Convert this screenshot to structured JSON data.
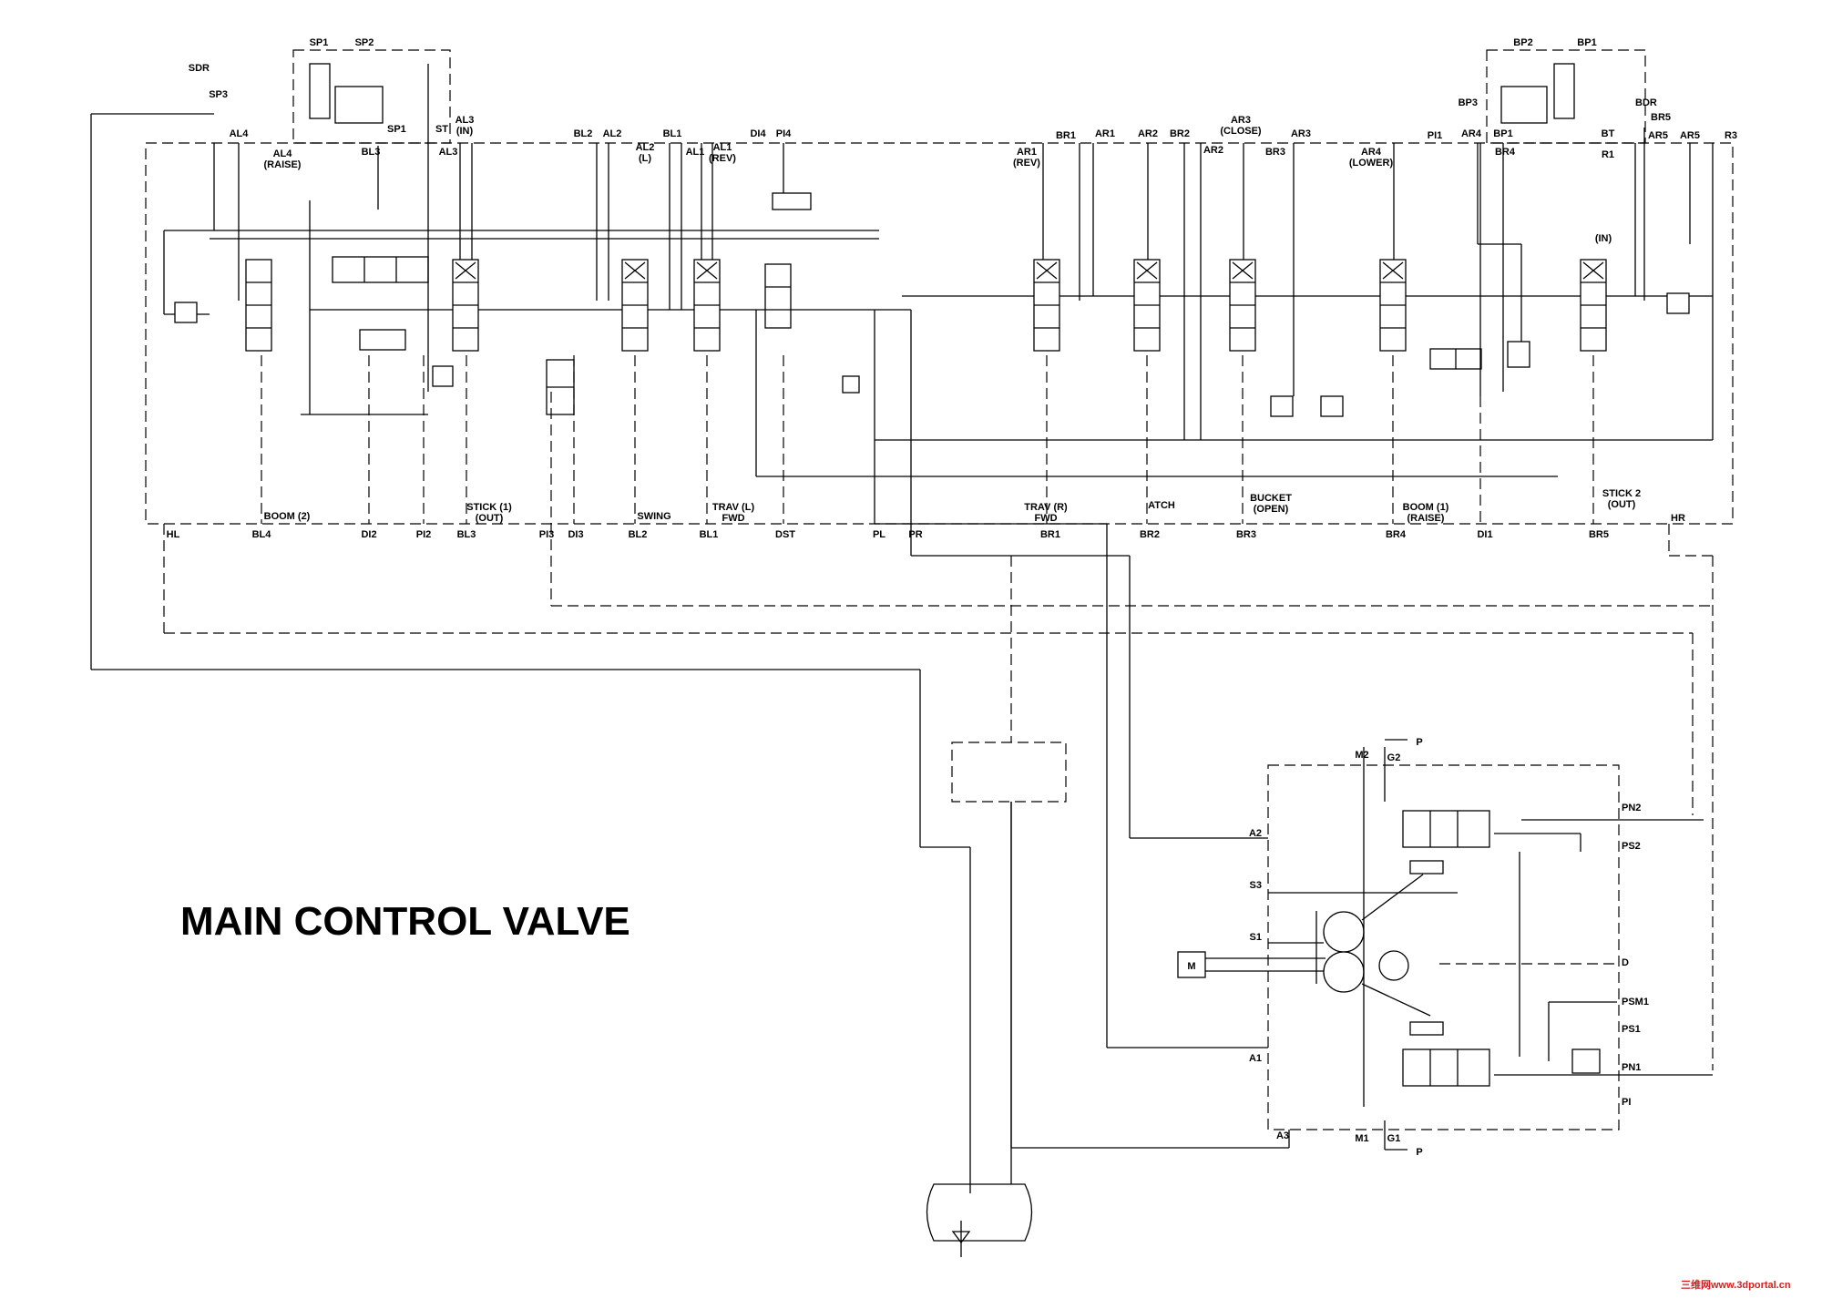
{
  "title": "MAIN CONTROL VALVE",
  "watermark": "三维网www.3dportal.cn",
  "labels": {
    "sdr": "SDR",
    "sp3": "SP3",
    "sp1_top": "SP1",
    "sp2": "SP2",
    "sp1_port": "SP1",
    "al4": "AL4",
    "al4_raise": "AL4\n(RAISE)",
    "bl3_top": "BL3",
    "st": "ST",
    "al3_in": "AL3\n(IN)",
    "al3": "AL3",
    "bl2": "BL2",
    "al2": "AL2",
    "al2_l": "AL2\n(L)",
    "bl1": "BL1",
    "al1": "AL1",
    "al1_rev": "AL1\n(REV)",
    "di4": "DI4",
    "pi4": "PI4",
    "ar1_rev": "AR1\n(REV)",
    "br1": "BR1",
    "ar1": "AR1",
    "ar2": "AR2",
    "br2": "BR2",
    "ar2_x": "AR2",
    "ar3_close": "AR3\n(CLOSE)",
    "br3": "BR3",
    "ar3": "AR3",
    "ar4_lower": "AR4\n(LOWER)",
    "pi1": "PI1",
    "ar4": "AR4",
    "bp1": "BP1",
    "br4": "BR4",
    "bt": "BT",
    "r1": "R1",
    "ar5": "AR5",
    "ar5b": "AR5",
    "r3": "R3",
    "br5": "BR5",
    "bp2": "BP2",
    "bp1_top": "BP1",
    "bp3": "BP3",
    "bdr": "BDR",
    "in_label": "(IN)",
    "boom2": "BOOM (2)",
    "stick1_out": "STICK (1)\n(OUT)",
    "swing": "SWING",
    "trav_l_fwd": "TRAV (L)\nFWD",
    "trav_r_fwd": "TRAV (R)\nFWD",
    "atch": "ATCH",
    "bucket_open": "BUCKET\n(OPEN)",
    "boom1_raise": "BOOM (1)\n(RAISE)",
    "stick2_out": "STICK 2\n(OUT)",
    "hl": "HL",
    "bl4": "BL4",
    "di2": "DI2",
    "pi2": "PI2",
    "bl3_b": "BL3",
    "pi3": "PI3",
    "di3": "DI3",
    "bl2_b": "BL2",
    "bl1_b": "BL1",
    "dst": "DST",
    "pl": "PL",
    "pr": "PR",
    "br1_b": "BR1",
    "br2_b": "BR2",
    "br3_b": "BR3",
    "br4_b": "BR4",
    "di1": "DI1",
    "br5_b": "BR5",
    "hr": "HR",
    "m2": "M2",
    "g2": "G2",
    "p_top": "P",
    "pn2": "PN2",
    "ps2": "PS2",
    "a2": "A2",
    "s3": "S3",
    "s1": "S1",
    "m": "M",
    "d": "D",
    "psm1": "PSM1",
    "ps1": "PS1",
    "pn1": "PN1",
    "a1": "A1",
    "pi": "PI",
    "a3": "A3",
    "m1": "M1",
    "g1": "G1",
    "p_bot": "P"
  }
}
